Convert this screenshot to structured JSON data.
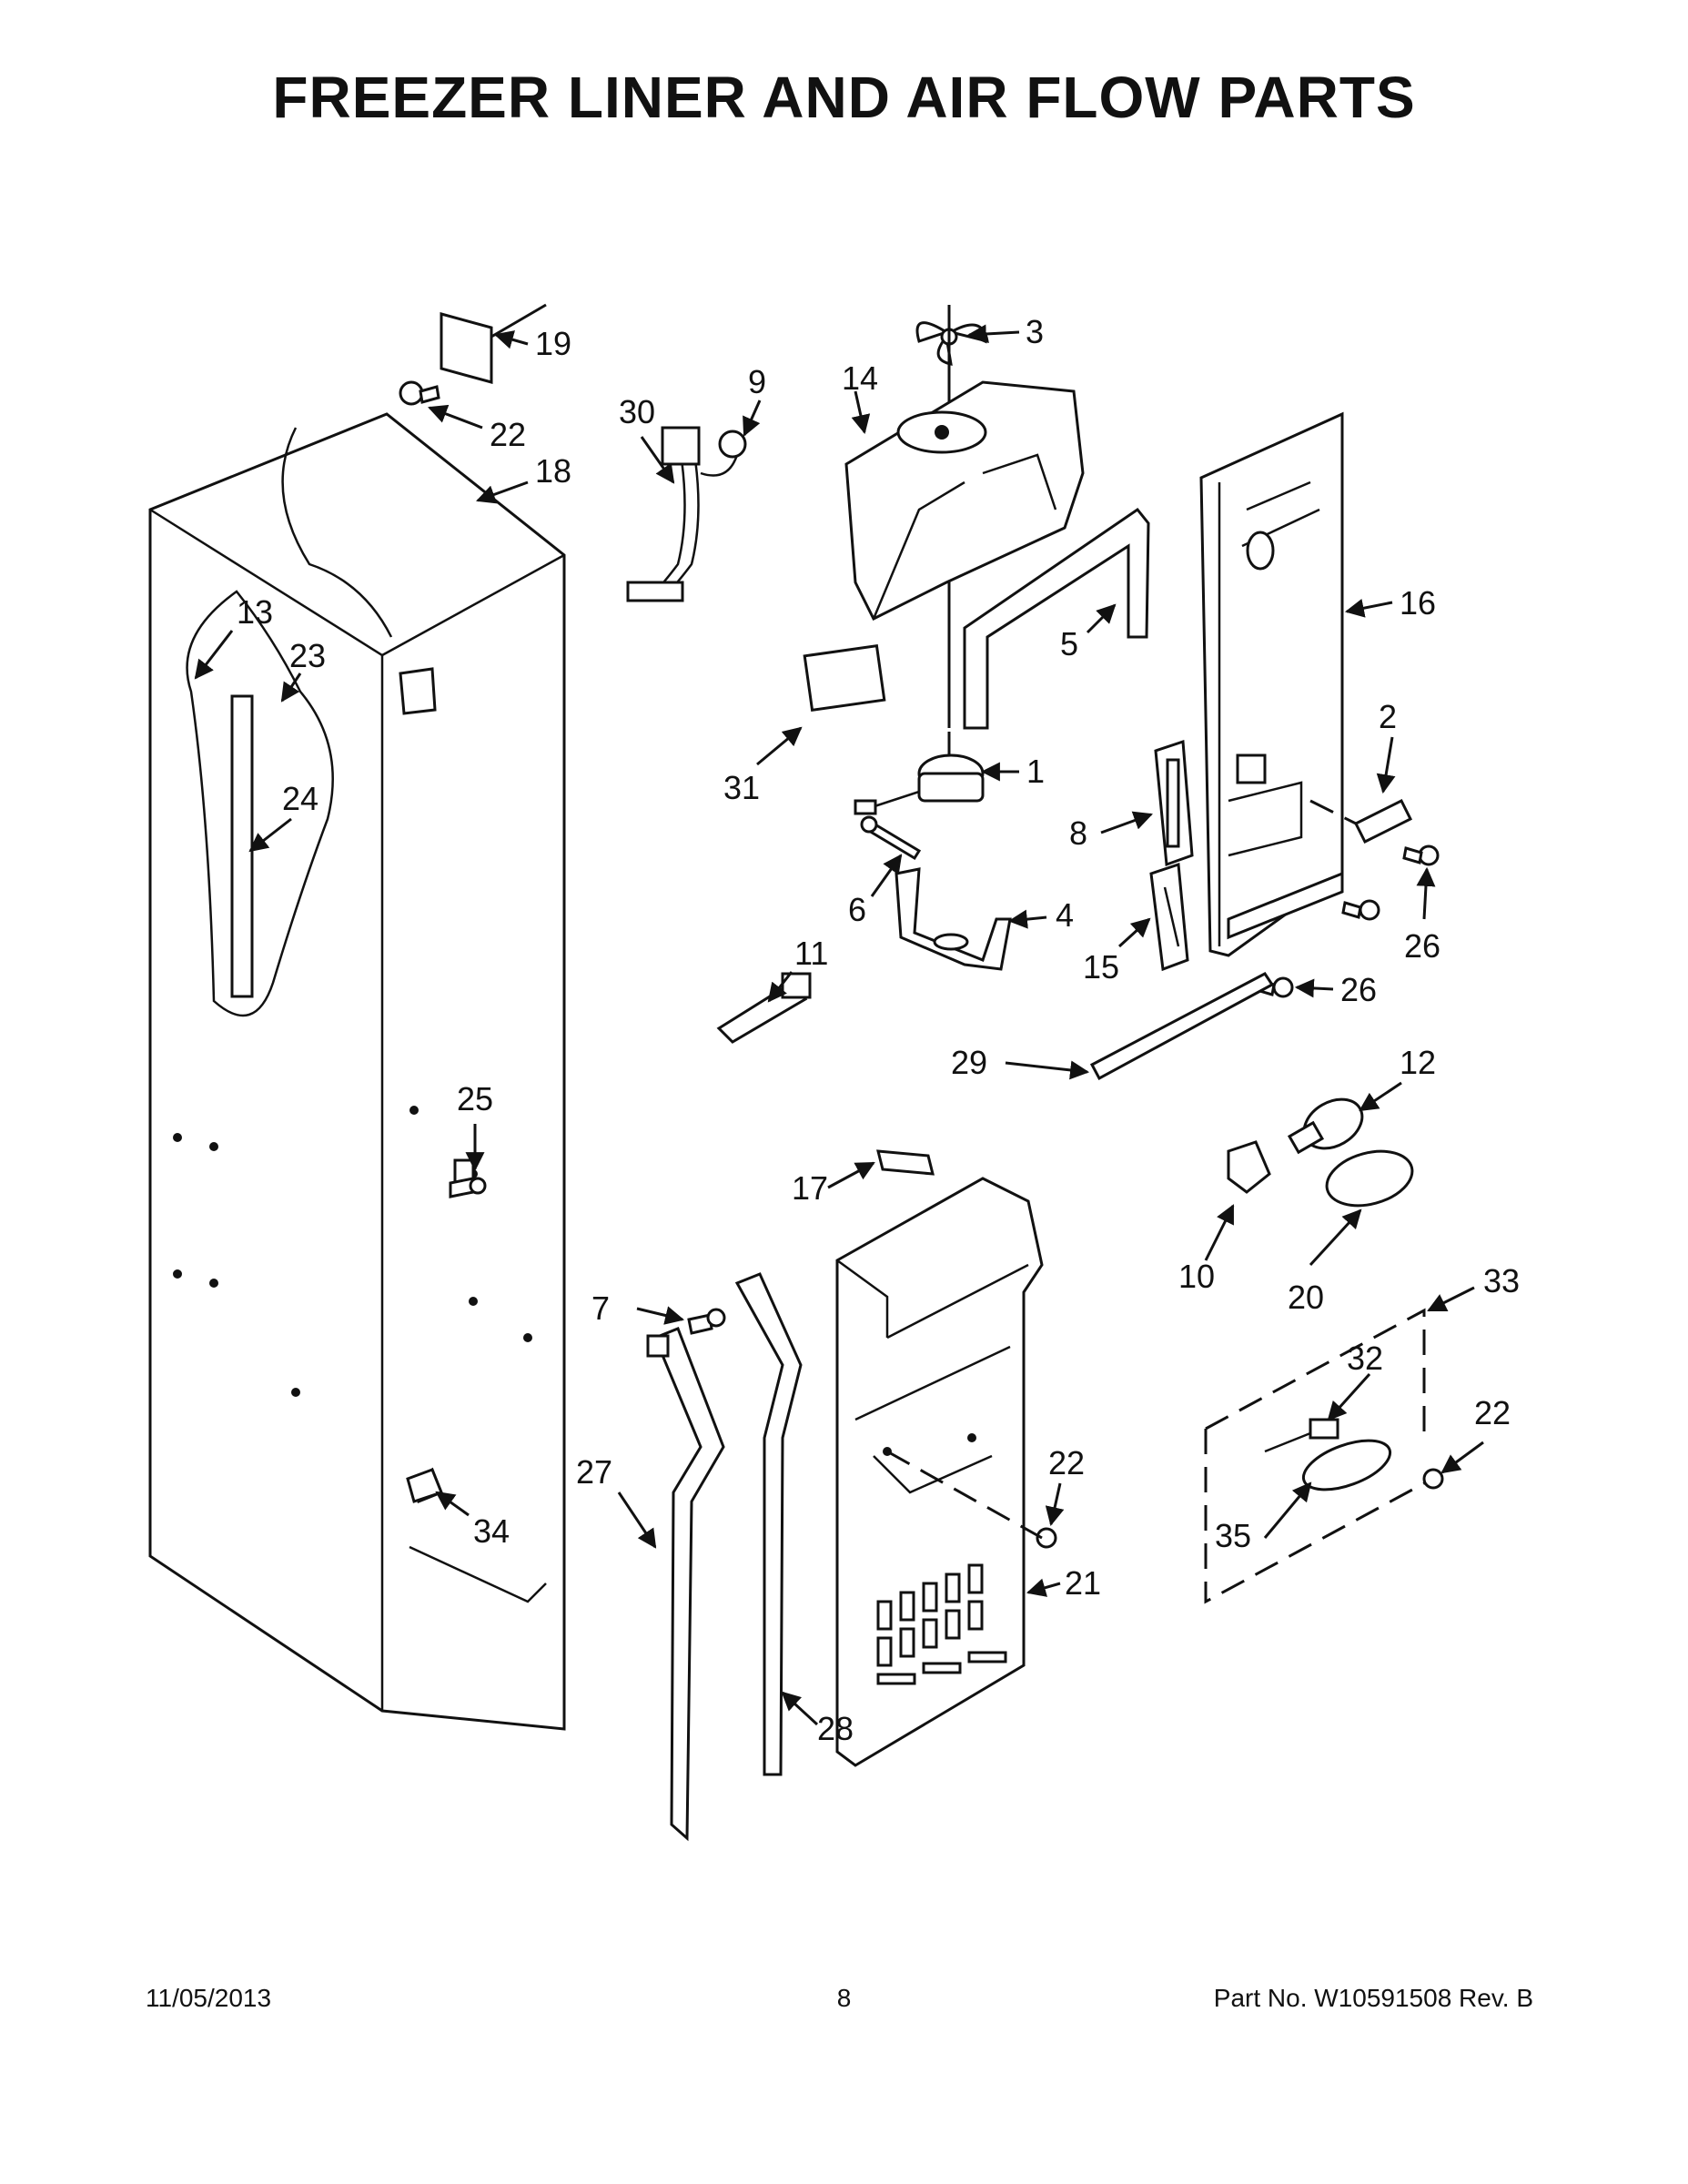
{
  "title": "FREEZER LINER AND AIR FLOW PARTS",
  "callouts": {
    "c1": "1",
    "c2": "2",
    "c3": "3",
    "c4": "4",
    "c5": "5",
    "c6": "6",
    "c7": "7",
    "c8": "8",
    "c9": "9",
    "c10": "10",
    "c11": "11",
    "c12": "12",
    "c13": "13",
    "c14": "14",
    "c15": "15",
    "c16": "16",
    "c17": "17",
    "c18": "18",
    "c19": "19",
    "c20": "20",
    "c21": "21",
    "c22a": "22",
    "c22b": "22",
    "c22c": "22",
    "c23": "23",
    "c24": "24",
    "c25": "25",
    "c26a": "26",
    "c26b": "26",
    "c27": "27",
    "c28": "28",
    "c29": "29",
    "c30": "30",
    "c31": "31",
    "c32": "32",
    "c33": "33",
    "c34": "34",
    "c35": "35"
  },
  "footer": {
    "date": "11/05/2013",
    "page": "8",
    "part": "Part No.  W10591508  Rev.  B"
  }
}
